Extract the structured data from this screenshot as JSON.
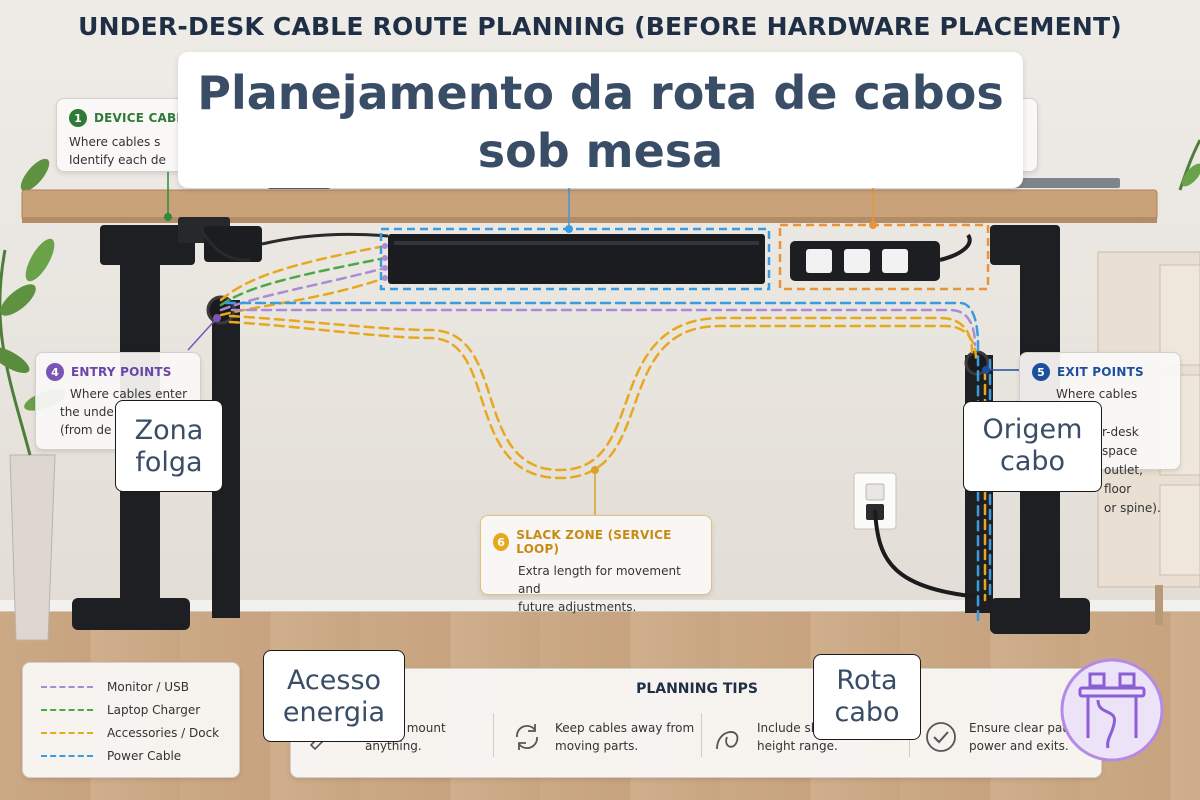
{
  "title": "UNDER-DESK CABLE ROUTE PLANNING (BEFORE HARDWARE PLACEMENT)",
  "overlay": {
    "title": "Planejamento da rota de cabos sob mesa",
    "slack_zone": "Zona folga",
    "cable_origin": "Origem cabo",
    "power_access": "Acesso energia",
    "cable_route": "Rota cabo"
  },
  "cards": {
    "device_cables": {
      "number": "1",
      "title": "DEVICE CABLE",
      "line1": "Where cables s",
      "line2": "Identify each de"
    },
    "entry_points": {
      "number": "4",
      "title": "ENTRY POINTS",
      "line1": "Where cables enter",
      "line2": "the unde",
      "line3": "(from de"
    },
    "exit_points": {
      "number": "5",
      "title": "EXIT POINTS",
      "line1": "Where cables leave",
      "line2": "r-desk space",
      "line3": "outlet, floor",
      "line4": "or spine)."
    },
    "slack_zone": {
      "number": "6",
      "title": "SLACK ZONE (SERVICE LOOP)",
      "line1": "Extra length for movement and",
      "line2": "future adjustments."
    }
  },
  "legend": [
    {
      "label": "Monitor / USB",
      "color": "#a98bd6"
    },
    {
      "label": "Laptop Charger",
      "color": "#4aa84a"
    },
    {
      "label": "Accessories / Dock",
      "color": "#e6a81e"
    },
    {
      "label": "Power Cable",
      "color": "#3b9be0"
    }
  ],
  "tips": {
    "title": "PLANNING TIPS",
    "tip1": {
      "line1": "re you mount",
      "line2": "anything."
    },
    "tip2": {
      "line1": "Keep cables away from",
      "line2": "moving parts."
    },
    "tip3": {
      "line1": "Include sla",
      "line2": "height range."
    },
    "tip4": {
      "line1": "Ensure clear path to",
      "line2": "power and exits."
    }
  },
  "colors": {
    "purple": "#a98bd6",
    "green": "#4aa84a",
    "yellow": "#e6a81e",
    "blue": "#3b9be0",
    "orange": "#e8943a",
    "title": "#1f2f45"
  },
  "icons": [
    "plant-icon",
    "wall-outlet-icon",
    "power-strip-icon",
    "rotate-arrows-icon",
    "loop-icon",
    "check-circle-icon",
    "desk-logo-icon"
  ]
}
